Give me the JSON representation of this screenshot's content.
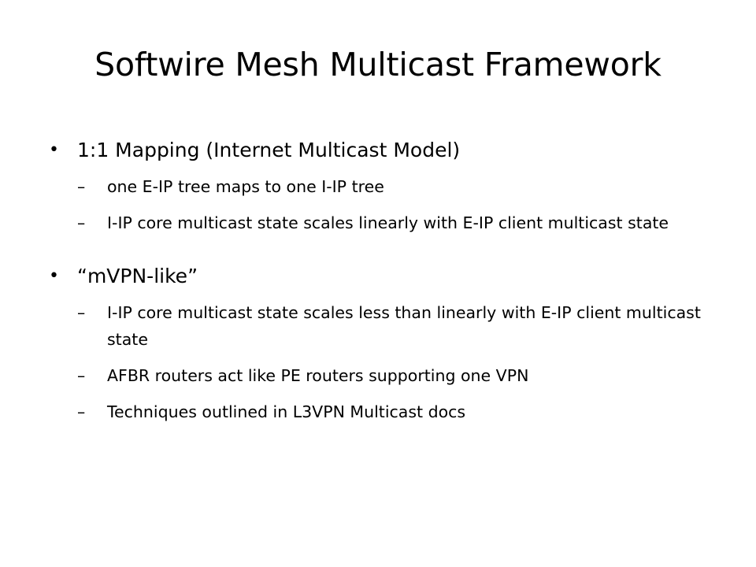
{
  "slide": {
    "title": "Softwire Mesh Multicast Framework",
    "bullets": [
      {
        "marker": "•",
        "text": "1:1 Mapping (Internet Multicast Model)",
        "subs": [
          {
            "marker": "–",
            "text": "one E-IP tree maps to one I-IP tree"
          },
          {
            "marker": "–",
            "text": "I-IP core multicast state scales linearly with E-IP client multicast state"
          }
        ]
      },
      {
        "marker": "•",
        "text": "“mVPN-like”",
        "subs": [
          {
            "marker": "–",
            "text": "I-IP core multicast state scales less than linearly with E-IP client multicast state"
          },
          {
            "marker": "–",
            "text": "AFBR routers act like PE routers supporting one VPN"
          },
          {
            "marker": "–",
            "text": "Techniques outlined in L3VPN Multicast docs"
          }
        ]
      }
    ]
  }
}
